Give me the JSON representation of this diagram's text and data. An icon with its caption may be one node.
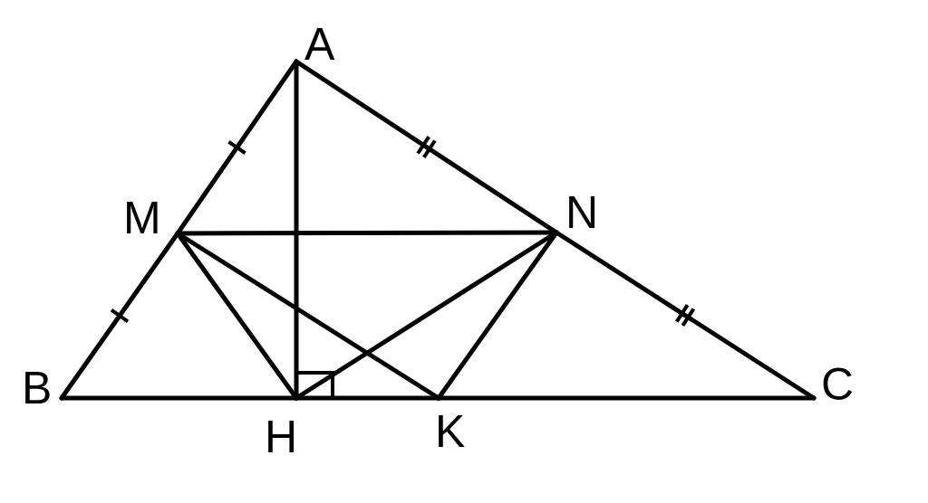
{
  "diagram": {
    "nodes": [
      {
        "text": [
          "A"
        ]
      },
      {
        "text": [
          "M"
        ]
      },
      {
        "text": [
          "N"
        ]
      },
      {
        "text": [
          "B"
        ]
      },
      {
        "text": [
          "H"
        ]
      },
      {
        "text": [
          "K"
        ]
      },
      {
        "text": [
          "C"
        ]
      }
    ],
    "edges": [
      {
        "from": 0,
        "to": 1,
        "arrow": "none"
      },
      {
        "from": 1,
        "to": 3,
        "arrow": "none"
      },
      {
        "from": 0,
        "to": 2,
        "arrow": "none"
      },
      {
        "from": 2,
        "to": 6,
        "arrow": "none"
      },
      {
        "from": 3,
        "to": 4,
        "arrow": "none"
      },
      {
        "from": 4,
        "to": 5,
        "arrow": "none"
      },
      {
        "from": 5,
        "to": 6,
        "arrow": "none"
      },
      {
        "from": 0,
        "to": 4,
        "arrow": "none"
      },
      {
        "from": 1,
        "to": 2,
        "arrow": "none"
      },
      {
        "from": 1,
        "to": 4,
        "arrow": "none"
      },
      {
        "from": 1,
        "to": 5,
        "arrow": "none"
      },
      {
        "from": 4,
        "to": 2,
        "arrow": "none"
      },
      {
        "from": 2,
        "to": 5,
        "arrow": "none"
      }
    ]
  }
}
